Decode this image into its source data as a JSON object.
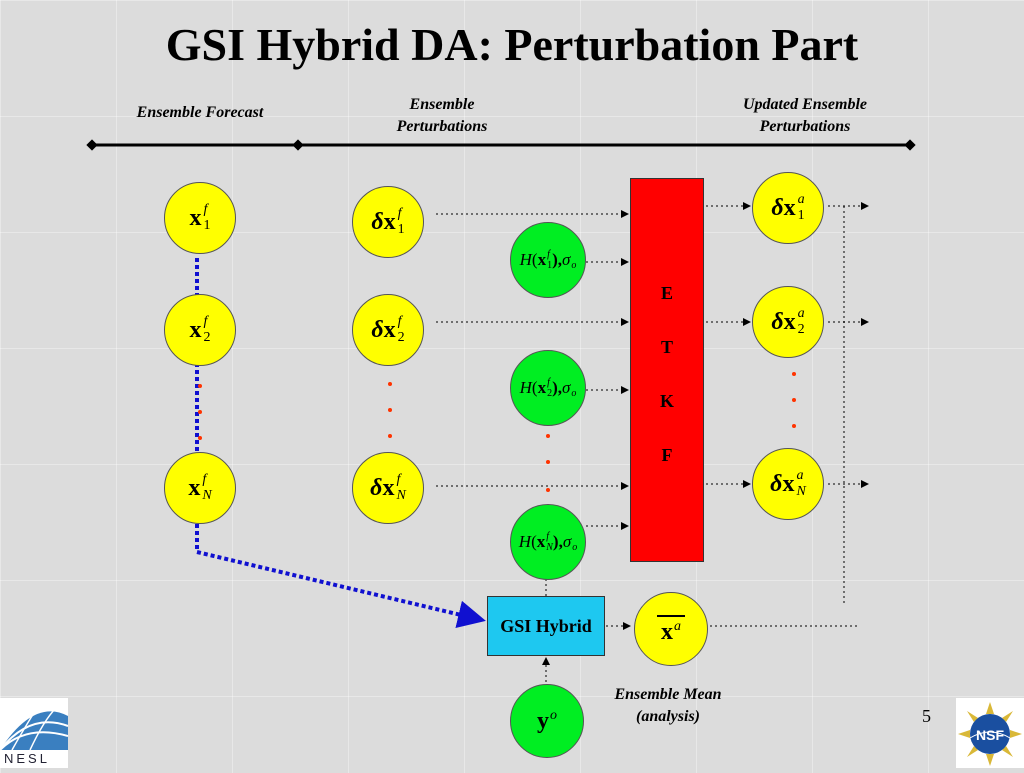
{
  "slide": {
    "title": "GSI Hybrid DA: Perturbation Part",
    "page_number": "5"
  },
  "headers": {
    "ensemble_forecast": "Ensemble Forecast",
    "ensemble_perturbations": "Ensemble Perturbations",
    "updated_ensemble_perturbations": "Updated Ensemble Perturbations"
  },
  "forecast_nodes": [
    {
      "symbol": "x",
      "sup": "f",
      "sub": "1"
    },
    {
      "symbol": "x",
      "sup": "f",
      "sub": "2"
    },
    {
      "symbol": "x",
      "sup": "f",
      "sub": "N"
    }
  ],
  "perturbation_nodes": [
    {
      "delta": "δ",
      "symbol": "x",
      "sup": "f",
      "sub": "1"
    },
    {
      "delta": "δ",
      "symbol": "x",
      "sup": "f",
      "sub": "2"
    },
    {
      "delta": "δ",
      "symbol": "x",
      "sup": "f",
      "sub": "N"
    }
  ],
  "obs_operator_nodes": [
    {
      "H": "H",
      "x": "x",
      "sup": "f",
      "sub": "1",
      "rest": "),",
      "sigma": "σ",
      "sigma_sub": "o"
    },
    {
      "H": "H",
      "x": "x",
      "sup": "f",
      "sub": "2",
      "rest": "),",
      "sigma": "σ",
      "sigma_sub": "o"
    },
    {
      "H": "H",
      "x": "x",
      "sup": "f",
      "sub": "N",
      "rest": "),",
      "sigma": "σ",
      "sigma_sub": "o"
    }
  ],
  "updated_nodes": [
    {
      "delta": "δ",
      "symbol": "x",
      "sup": "a",
      "sub": "1"
    },
    {
      "delta": "δ",
      "symbol": "x",
      "sup": "a",
      "sub": "2"
    },
    {
      "delta": "δ",
      "symbol": "x",
      "sup": "a",
      "sub": "N"
    }
  ],
  "etkf": {
    "letters": [
      "E",
      "T",
      "K",
      "F"
    ]
  },
  "gsi_hybrid": {
    "label": "GSI Hybrid"
  },
  "analysis_mean": {
    "symbol": "x",
    "sup": "a"
  },
  "observation": {
    "symbol": "y",
    "sup": "o"
  },
  "caption": {
    "line1": "Ensemble Mean",
    "line2": "(analysis)"
  },
  "logos": {
    "left": "NESL",
    "right": "NSF"
  },
  "colors": {
    "yellow": "#ffff00",
    "green": "#00ee22",
    "red": "#ff0000",
    "cyan": "#1ec8f0",
    "blue_arrow": "#1010d0"
  }
}
